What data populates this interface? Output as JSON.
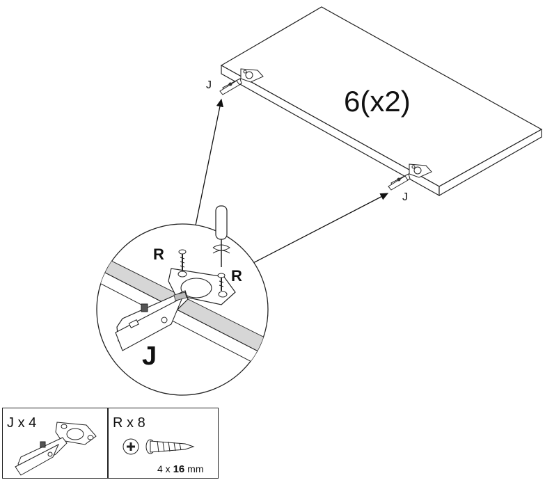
{
  "panel": {
    "quantity_label": "6(x2)"
  },
  "callouts": {
    "hinge_top": "J",
    "hinge_bottom": "J",
    "screw_left": "R",
    "screw_right": "R",
    "detail_hinge": "J"
  },
  "parts": {
    "hinge": {
      "letter": "J",
      "count": "x 4"
    },
    "screw": {
      "letter": "R",
      "count": "x 8",
      "size_prefix": "4 x",
      "size_value": "16",
      "size_unit": "mm"
    }
  }
}
